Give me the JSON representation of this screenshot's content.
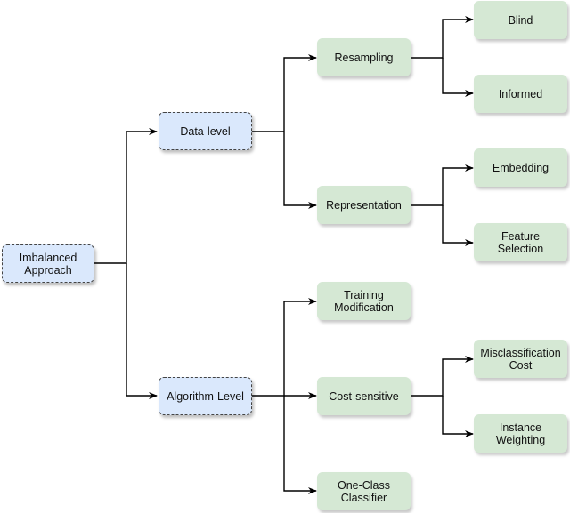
{
  "root": {
    "label": "Imbalanced\nApproach"
  },
  "level1": {
    "data_level": "Data-level",
    "algorithm_level": "Algorithm-Level"
  },
  "level2": {
    "resampling": "Resampling",
    "representation": "Representation",
    "training_modification": "Training\nModification",
    "cost_sensitive": "Cost-sensitive",
    "one_class": "One-Class\nClassifier"
  },
  "level3": {
    "blind": "Blind",
    "informed": "Informed",
    "embedding": "Embedding",
    "feature_selection": "Feature\nSelection",
    "misclassification_cost": "Misclassification\nCost",
    "instance_weighting": "Instance\nWeighting"
  },
  "colors": {
    "category_fill": "#dae8fc",
    "leaf_fill": "#d5e8d4",
    "edge": "#000000"
  }
}
